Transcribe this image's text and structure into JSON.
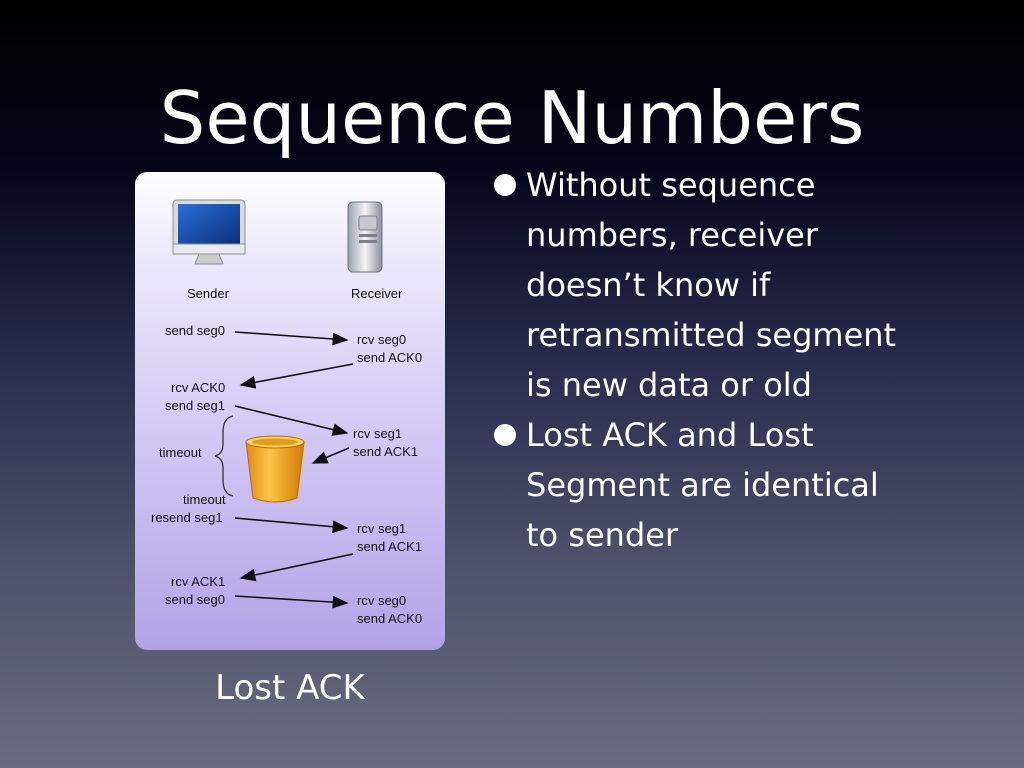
{
  "slide": {
    "title": "Sequence Numbers",
    "caption": "Lost ACK",
    "bullets": [
      "Without sequence numbers, receiver doesn’t know if retransmitted segment is new data or old",
      "Lost ACK and Lost Segment are identical to sender"
    ]
  },
  "diagram": {
    "sender_label": "Sender",
    "receiver_label": "Receiver",
    "sender_events": [
      "send seg0",
      "rcv ACK0",
      "send seg1",
      "timeout",
      "timeout",
      "resend seg1",
      "rcv ACK1",
      "send seg0"
    ],
    "receiver_events": [
      "rcv seg0",
      "send ACK0",
      "rcv seg1",
      "send ACK1",
      "rcv seg1",
      "send ACK1",
      "rcv seg0",
      "send ACK0"
    ],
    "icons": {
      "sender": "desktop-computer-icon",
      "receiver": "server-tower-icon",
      "loss": "trash-bucket-icon"
    },
    "colors": {
      "bucket": "#f5a623",
      "arrow": "#111111"
    }
  }
}
